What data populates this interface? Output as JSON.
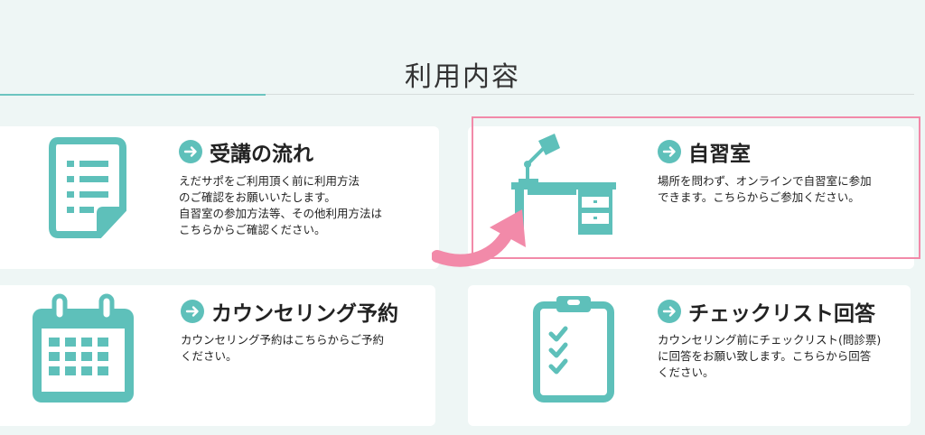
{
  "section": {
    "title": "利用内容"
  },
  "cards": [
    {
      "title": "受講の流れ",
      "description": "えだサポをご利用頂く前に利用方法\nのご確認をお願いいたします。\n自習室の参加方法等、その他利用方法は\nこちらからご確認ください。",
      "icon": "document-list-icon"
    },
    {
      "title": "自習室",
      "description": "場所を問わず、オンラインで自習室に参加\nできます。こちらからご参加ください。",
      "icon": "desk-lamp-icon"
    },
    {
      "title": "カウンセリング予約",
      "description": "カウンセリング予約はこちらからご予約\nください。",
      "icon": "calendar-icon"
    },
    {
      "title": "チェックリスト回答",
      "description": "カウンセリング前にチェックリスト(問診票)\nに回答をお願い致します。こちらから回答\nください。",
      "icon": "clipboard-checklist-icon"
    }
  ],
  "colors": {
    "accent": "#5ec0ba",
    "highlight": "#f28aa9",
    "background": "#eef6f5"
  }
}
